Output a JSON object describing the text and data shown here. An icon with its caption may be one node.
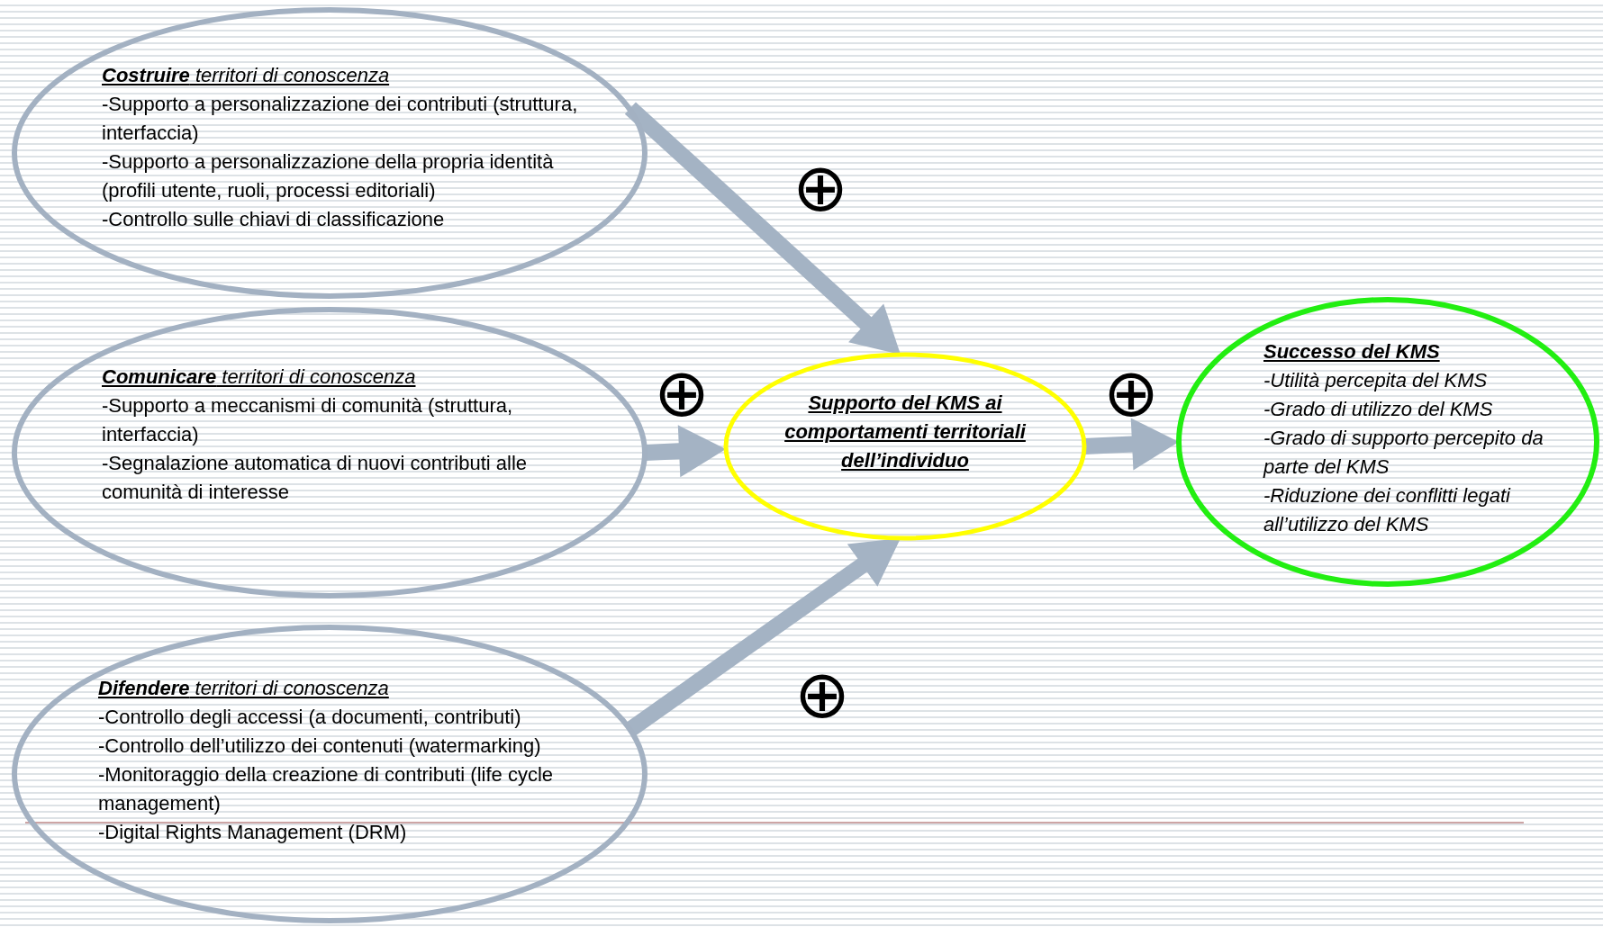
{
  "diagram": {
    "nodes": [
      {
        "text": [
          "**Costruire** territori di conoscenza",
          "-Supporto a personalizzazione dei contributi (struttura, interfaccia)",
          "-Supporto a personalizzazione della propria identità (profili utente, ruoli, processi editoriali)",
          "-Controllo sulle chiavi di classificazione"
        ]
      },
      {
        "text": [
          "**Comunicare** territori di conoscenza",
          "-Supporto a meccanismi di comunità (struttura, interfaccia)",
          "-Segnalazione automatica di nuovi contributi alle comunità di interesse"
        ]
      },
      {
        "text": [
          "**Difendere** territori di conoscenza",
          "-Controllo degli accessi (a documenti, contributi)",
          "-Controllo dell’utilizzo dei contenuti (watermarking)",
          "-Monitoraggio della creazione di contributi (life cycle management)",
          "-Digital Rights Management (DRM)"
        ]
      },
      {
        "text": [
          "Supporto del KMS ai comportamenti territoriali dell’individuo"
        ]
      },
      {
        "text": [
          "Successo del KMS",
          "-Utilità percepita del KMS",
          "-Grado di utilizzo del KMS",
          "-Grado di supporto percepito da parte del KMS",
          "-Riduzione dei conflitti legati all’utilizzo del KMS"
        ]
      }
    ],
    "edges": [
      {
        "from": 0,
        "to": 3,
        "arrow": "to",
        "label": "⊕",
        "style": "thick"
      },
      {
        "from": 1,
        "to": 3,
        "arrow": "to",
        "label": "⊕",
        "style": "thick"
      },
      {
        "from": 2,
        "to": 3,
        "arrow": "to",
        "label": "⊕",
        "style": "thick"
      },
      {
        "from": 3,
        "to": 4,
        "arrow": "to",
        "label": "⊕",
        "style": "thick"
      }
    ]
  }
}
